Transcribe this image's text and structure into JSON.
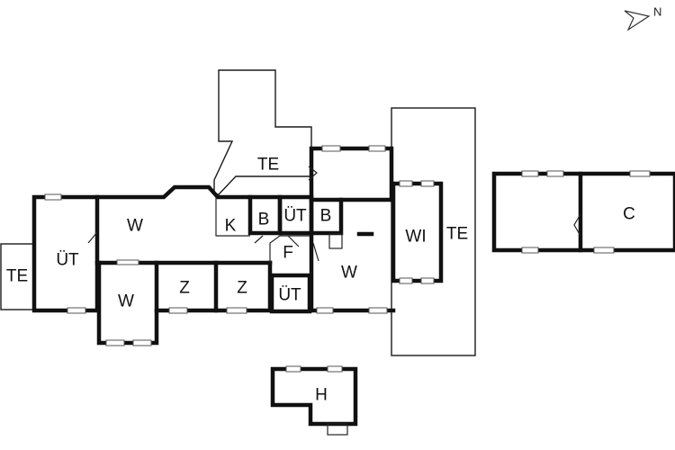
{
  "compass": {
    "label": "N"
  },
  "rooms": {
    "te_left": "TE",
    "ut_west": "ÜT",
    "w_living": "W",
    "w_bay": "W",
    "z_1": "Z",
    "z_2": "Z",
    "te_north": "TE",
    "k_kitchen": "K",
    "b_1": "B",
    "ut_hall": "ÜT",
    "b_2": "B",
    "f_hall": "F",
    "ut_south": "ÜT",
    "w_east": "W",
    "wi_winter": "WI",
    "te_east": "TE",
    "c_annex": "C",
    "h_shed": "H"
  }
}
